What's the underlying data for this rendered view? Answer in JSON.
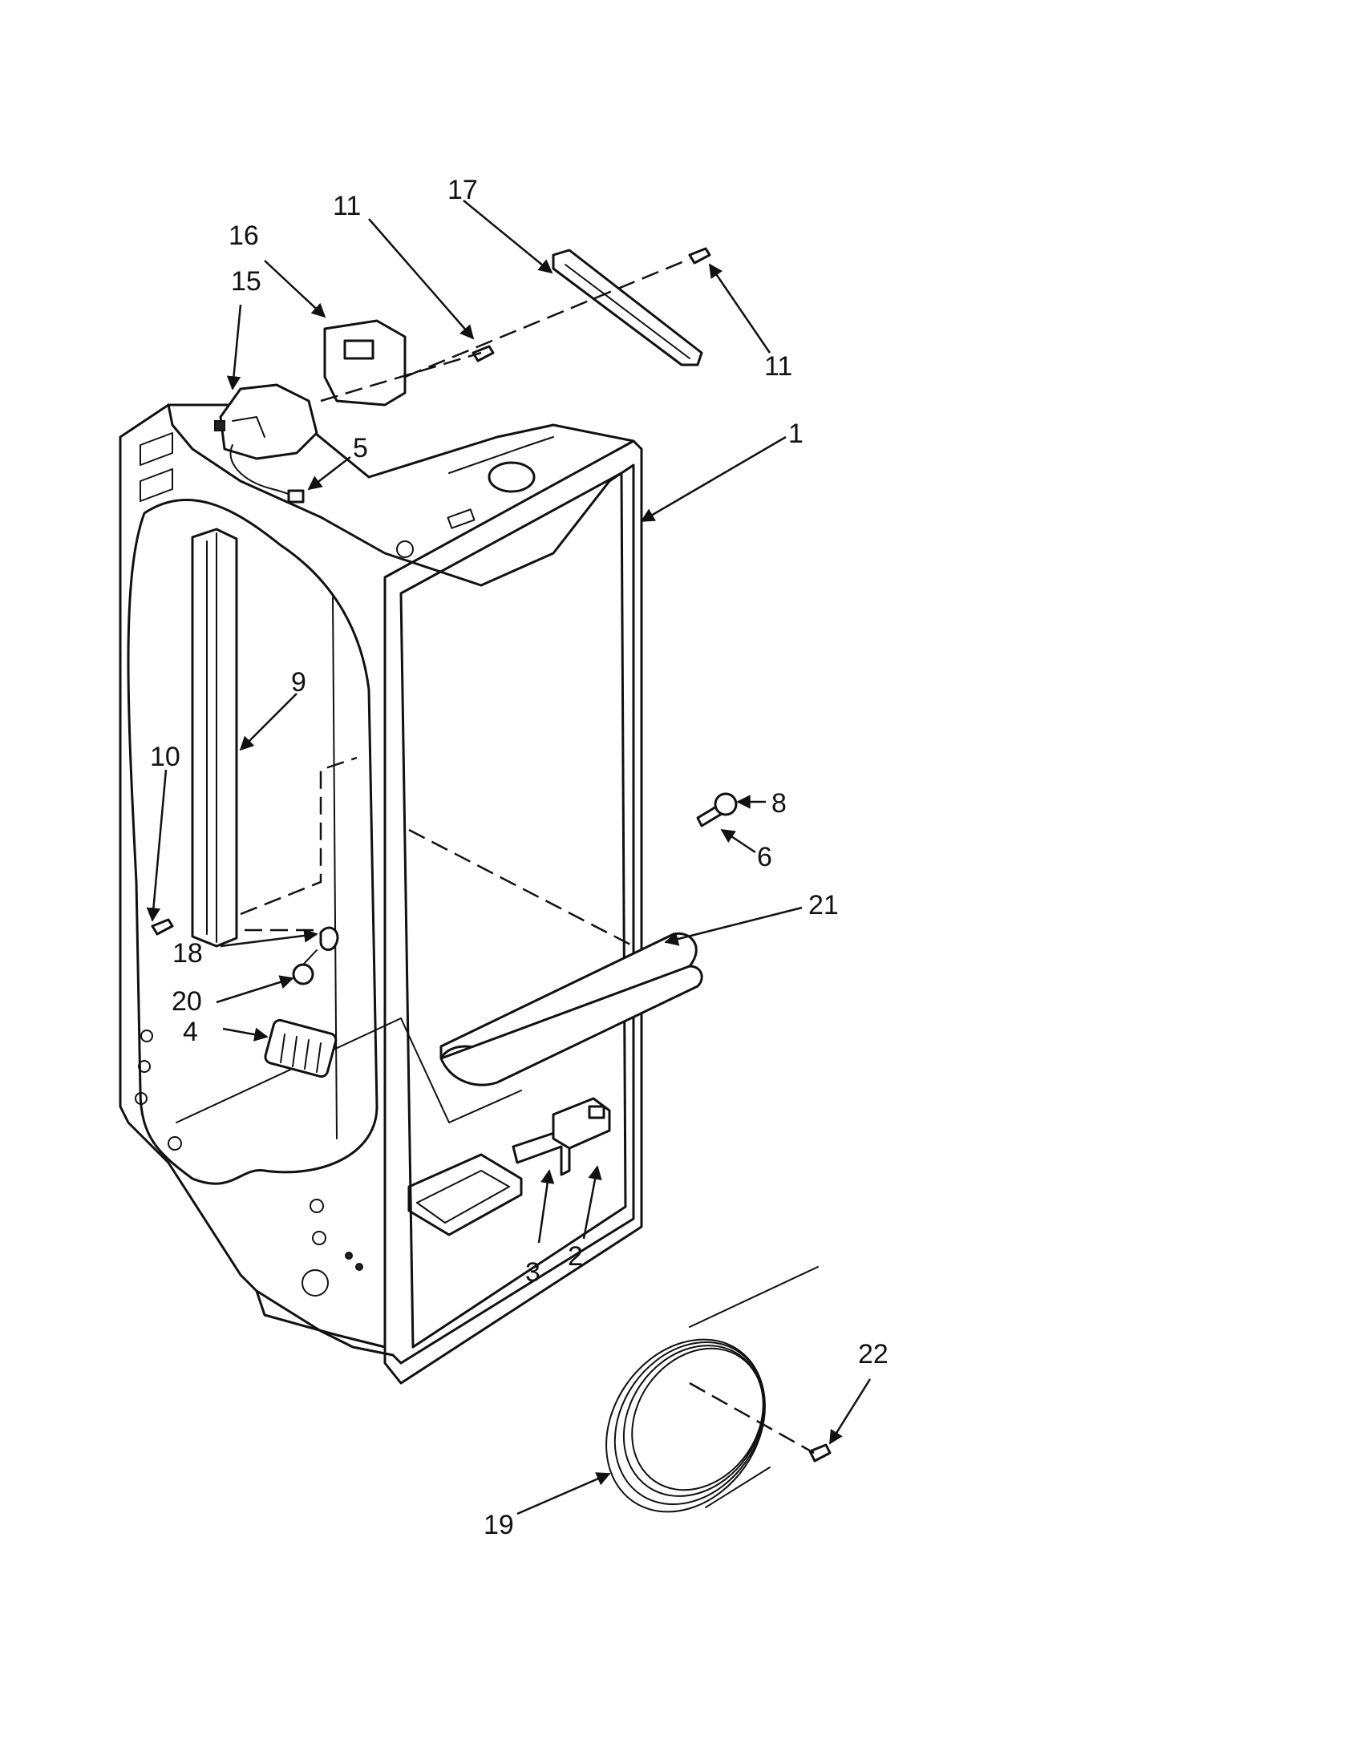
{
  "diagram": {
    "callouts": {
      "c1": "1",
      "c2": "2",
      "c3": "3",
      "c4": "4",
      "c5": "5",
      "c6": "6",
      "c8": "8",
      "c9": "9",
      "c10": "10",
      "c11a": "11",
      "c11b": "11",
      "c15": "15",
      "c16": "16",
      "c17": "17",
      "c18": "18",
      "c19": "19",
      "c20": "20",
      "c21": "21",
      "c22": "22"
    }
  }
}
